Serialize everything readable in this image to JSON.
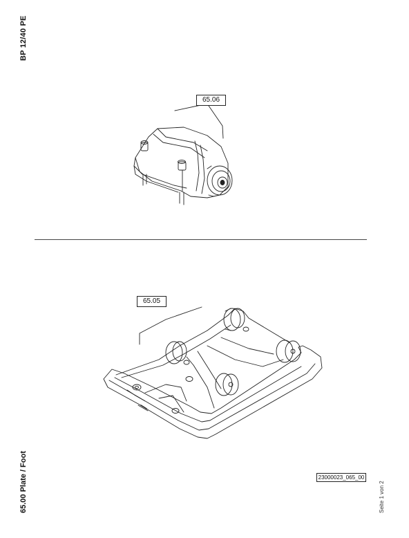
{
  "header": {
    "model": "BP 12/40 PE"
  },
  "footer": {
    "section": "65.00 Plate / Foot",
    "page": "Seite 1 von 2",
    "doc_ref": "23000023_065_00"
  },
  "parts": [
    {
      "callout": "65.06"
    },
    {
      "callout": "65.05"
    }
  ]
}
